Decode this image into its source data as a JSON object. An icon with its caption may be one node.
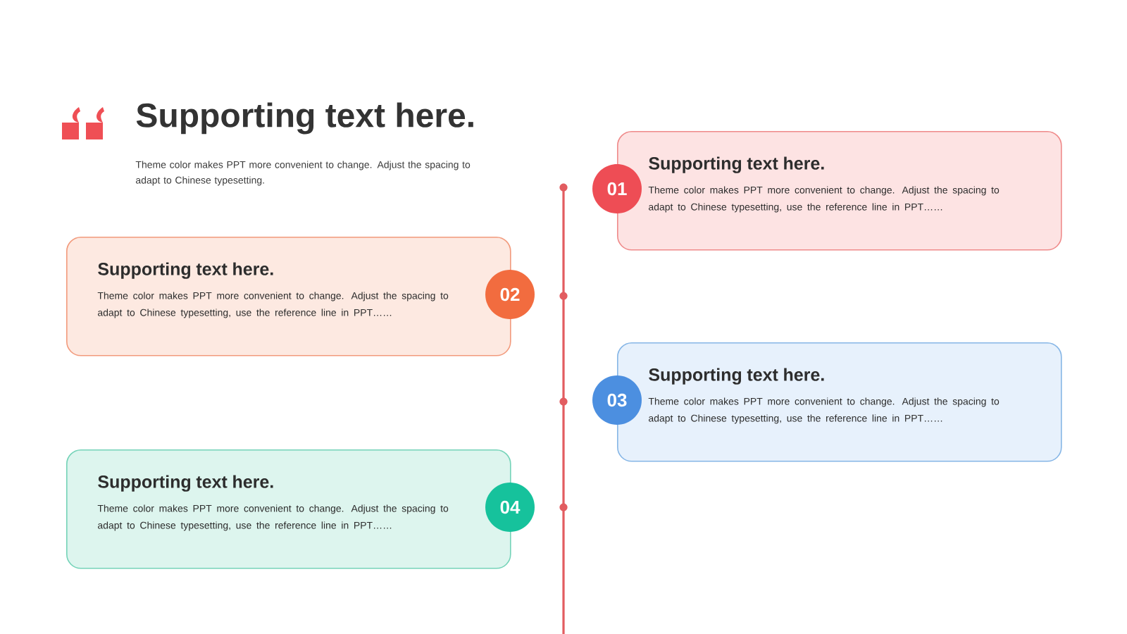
{
  "diagram": {
    "title": "Supporting text here.",
    "nodes": [
      {
        "text": [
          "Supporting text here.",
          "Theme color makes PPT more convenient to change. Adjust the spacing to adapt to Chinese typesetting, use the reference line in PPT……"
        ]
      },
      {
        "text": [
          "01"
        ]
      },
      {
        "text": [
          "Supporting text here.",
          "Theme color makes PPT more convenient to change. Adjust the spacing to adapt to Chinese typesetting, use the reference line in PPT……"
        ]
      },
      {
        "text": [
          "02"
        ]
      },
      {
        "text": [
          "Supporting text here.",
          "Theme color makes PPT more convenient to change. Adjust the spacing to adapt to Chinese typesetting, use the reference line in PPT……"
        ]
      },
      {
        "text": [
          "03"
        ]
      },
      {
        "text": [
          "Supporting text here.",
          "Theme color makes PPT more convenient to change. Adjust the spacing to adapt to Chinese typesetting, use the reference line in PPT……"
        ]
      },
      {
        "text": [
          "04"
        ]
      }
    ],
    "labels": [
      "Theme color makes PPT more convenient to change. Adjust the spacing to adapt to Chinese typesetting."
    ]
  }
}
